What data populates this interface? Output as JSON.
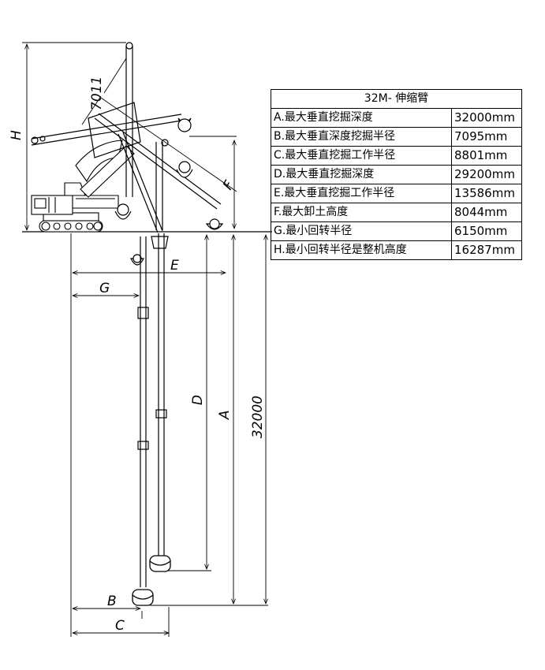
{
  "table": {
    "title": "32M- 伸缩臂",
    "rows": [
      {
        "label": "A.最大垂直挖掘深度",
        "value": "32000mm"
      },
      {
        "label": "B.最大垂直深度挖掘半径",
        "value": "7095mm"
      },
      {
        "label": "C.最大垂直挖掘工作半径",
        "value": "8801mm"
      },
      {
        "label": "D.最大垂直挖掘深度",
        "value": "29200mm"
      },
      {
        "label": "E.最大垂直挖掘工作半径",
        "value": "13586mm"
      },
      {
        "label": "F.最大卸土高度",
        "value": "8044mm"
      },
      {
        "label": "G.最小回转半径",
        "value": "6150mm"
      },
      {
        "label": "H.最小回转半径是整机高度",
        "value": "16287mm"
      }
    ]
  },
  "drawing": {
    "labels": {
      "H": "H",
      "dim_7011": "7011",
      "F": "F",
      "E": "E",
      "G": "G",
      "D": "D",
      "A": "A",
      "dim_32000": "32000",
      "B": "B",
      "C": "C"
    }
  }
}
